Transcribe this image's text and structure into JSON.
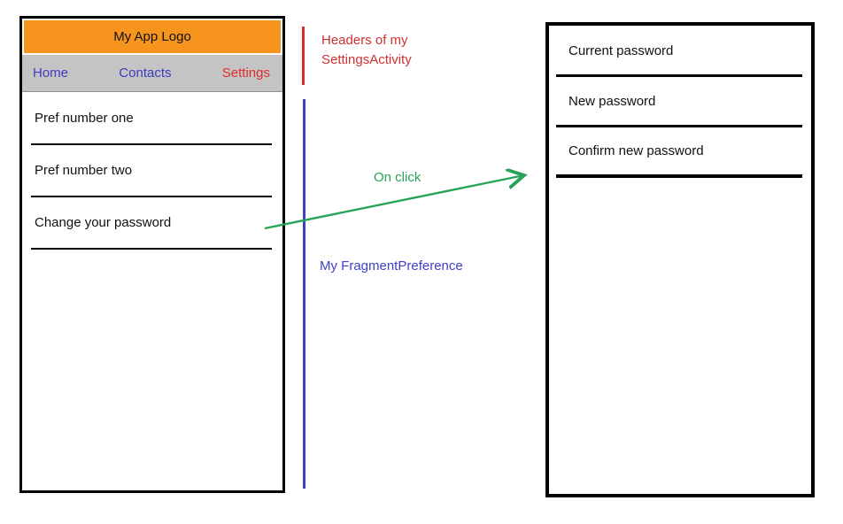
{
  "colors": {
    "header_orange": "#f7941e",
    "tab_bar_gray": "#c4c4c4",
    "tab_blue": "#3c3cc0",
    "tab_red": "#e02b2b",
    "annotation_red": "#d03030",
    "annotation_green": "#27a35a",
    "annotation_blue": "#4040c8",
    "panel_border": "#000000"
  },
  "phone": {
    "logo": "My App Logo",
    "tabs": [
      {
        "label": "Home"
      },
      {
        "label": "Contacts"
      },
      {
        "label": "Settings"
      }
    ],
    "preferences": [
      {
        "label": "Pref number one"
      },
      {
        "label": "Pref number two"
      },
      {
        "label": "Change your password"
      }
    ]
  },
  "annotations": {
    "headers": {
      "line1": "Headers of my",
      "line2": "SettingsActivity"
    },
    "on_click": "On click",
    "fragment": "My FragmentPreference"
  },
  "password_screen": {
    "fields": [
      {
        "label": "Current password"
      },
      {
        "label": "New password"
      },
      {
        "label": "Confirm new password"
      }
    ]
  }
}
